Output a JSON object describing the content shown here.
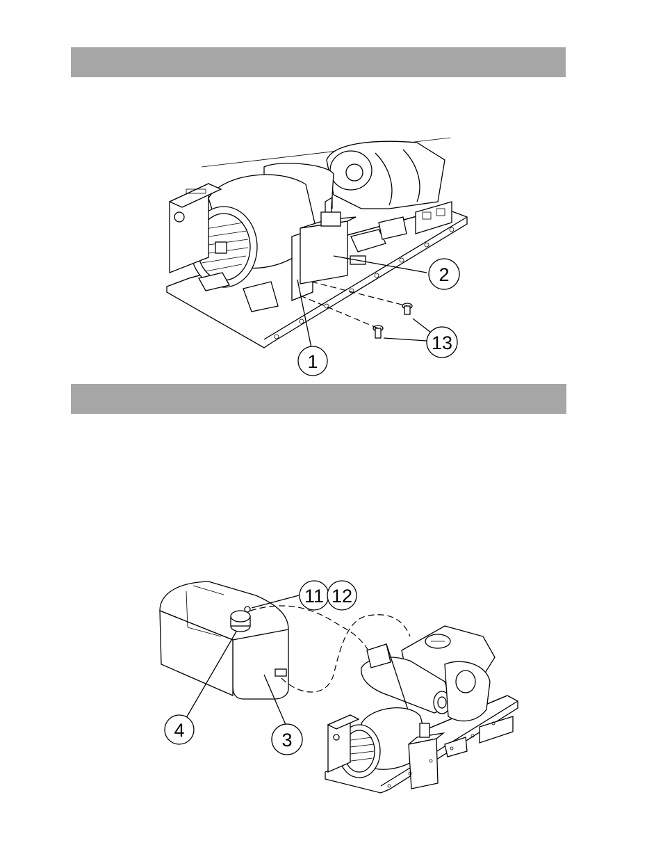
{
  "section_bars": [
    {
      "id": "bar-top",
      "text": ""
    },
    {
      "id": "bar-middle",
      "text": ""
    }
  ],
  "figure1": {
    "callouts": [
      "2",
      "13",
      "1"
    ]
  },
  "figure2": {
    "callouts": [
      "11",
      "12",
      "4",
      "3"
    ]
  }
}
